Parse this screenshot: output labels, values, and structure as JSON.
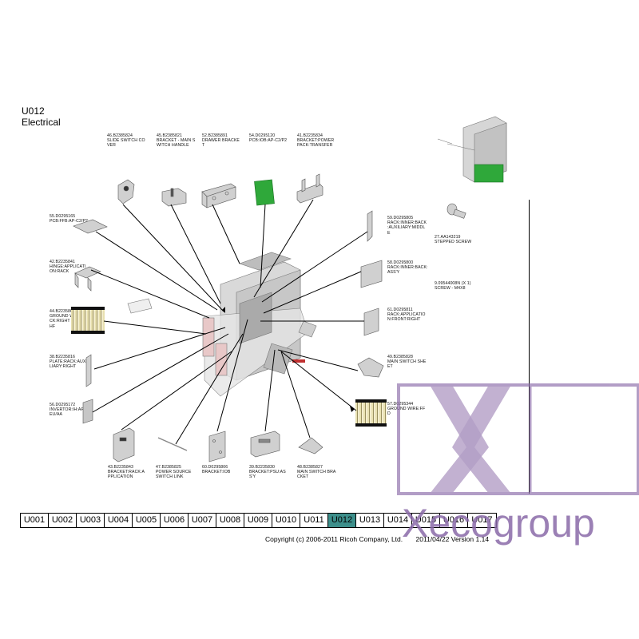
{
  "page": {
    "code": "U012",
    "section": "Electrical"
  },
  "parts": [
    {
      "id": "46",
      "label": "46.B2385824\nSLIDE SWITCH CO\nVER"
    },
    {
      "id": "45",
      "label": "45.B2385821\nBRACKET - MAIN S\nWITCH HANDLE"
    },
    {
      "id": "52",
      "label": "52.B2385891\nDRAWER BRACKE\nT"
    },
    {
      "id": "54",
      "label": "54.D0295120\nPCB:IOB:AP-C2/P2"
    },
    {
      "id": "41",
      "label": "41.B2235834\nBRACKET:POWER\nPACK:TRANSFER"
    },
    {
      "id": "55",
      "label": "55.D0295165\nPCB:FFB:AP-C2/P2"
    },
    {
      "id": "42",
      "label": "42.B2235841\nHINGE:APPLICATI\nON:RACK"
    },
    {
      "id": "44",
      "label": "44.B2235866\nGROUND WIRE:RA\nCK:RIGHT LOWER:\nHF"
    },
    {
      "id": "38",
      "label": "38.B2235816\nPLATE:RACK:AUXI\nLIARY:RIGHT"
    },
    {
      "id": "56",
      "label": "56.D0295172\nINVERTOR:IH:AP2\nEU/AA"
    },
    {
      "id": "43",
      "label": "43.B2235843\nBRACKET:RACK:A\nPPLICATION"
    },
    {
      "id": "47",
      "label": "47.B2385825\nPOWER SOURCE\nSWITCH LINK"
    },
    {
      "id": "60",
      "label": "60.D0295806\nBRACKET:IOB"
    },
    {
      "id": "39",
      "label": "39.B2235830\nBRACKET:PSU:AS\nS'Y"
    },
    {
      "id": "48",
      "label": "48.B2385827\nMAIN SWITCH BRA\nCKET"
    },
    {
      "id": "59",
      "label": "59.D0295805\nRACK:INNER:BACK\n:AUXILIARY:MIDDL\nE"
    },
    {
      "id": "27",
      "label": "27.AA143219\nSTEPPED SCREW"
    },
    {
      "id": "58",
      "label": "58.D0295800\nRACK:INNER:BACK:\nASS'Y"
    },
    {
      "id": "9",
      "label": "9.09544008N (x 1)\nSCREW - M4X8"
    },
    {
      "id": "61",
      "label": "61.D0295811\nRACK:APPLICATIO\nN:FRONT:RIGHT"
    },
    {
      "id": "49",
      "label": "49.B2385828\nMAIN SWITCH SHE\nET"
    },
    {
      "id": "57",
      "label": "57.D0295344\nGROUND WIRE:FF\nD"
    }
  ],
  "nav": {
    "tabs": [
      "U001",
      "U002",
      "U003",
      "U004",
      "U005",
      "U006",
      "U007",
      "U008",
      "U009",
      "U010",
      "U011",
      "U012",
      "U013",
      "U014",
      "U015",
      "U016",
      "U017"
    ],
    "active": "U012"
  },
  "footer": {
    "copyright": "Copyright (c) 2006-2011 Ricoh Company, Ltd.",
    "version": "2011/04/22 Version 1.14"
  },
  "watermark": {
    "text": "Xecogroup",
    "color": "#8a6aa8"
  },
  "colors": {
    "pcb_green": "#2fa83a",
    "nav_active": "#3d8f8b",
    "part_gray": "#b9b9b9"
  }
}
